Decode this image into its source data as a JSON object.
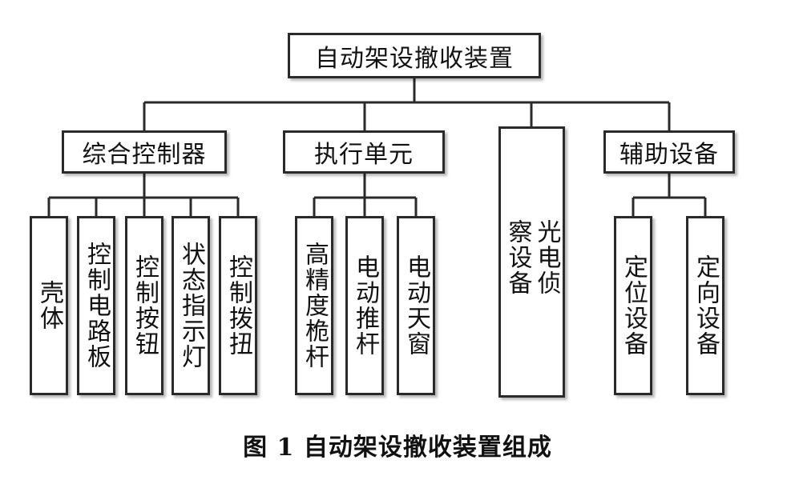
{
  "root": "自动架设撤收装置",
  "level1": [
    "综合控制器",
    "执行单元",
    "光电侦察设备",
    "辅助设备"
  ],
  "controller_children": [
    "壳体",
    "控制电路板",
    "控制按钮",
    "状态指示灯",
    "控制拨扭"
  ],
  "executor_children": [
    "高精度桅杆",
    "电动推杆",
    "电动天窗"
  ],
  "aux_children": [
    "定位设备",
    "定向设备"
  ],
  "caption": "图 1  自动架设撤收装置组成"
}
